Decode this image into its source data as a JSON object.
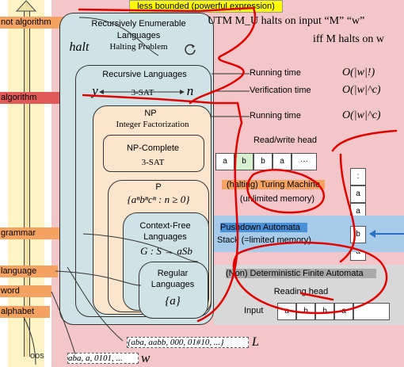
{
  "top_banner": "less bounded (powerful expression)",
  "side_labels": {
    "not_algorithm": "not algorithm",
    "algorithm": "algorithm",
    "grammar": "grammar",
    "language": "language",
    "word": "word",
    "alphabet": "alphabet",
    "bottom_fragment": "oos"
  },
  "boxes": {
    "re_title": "Recursively Enumerable Languages",
    "halting": "Halting Problem",
    "halt": "halt",
    "rec_title": "Recursive Languages",
    "y": "y",
    "n": "n",
    "sat3_a": "3-SAT",
    "np_title": "NP",
    "integer_fact": "Integer Factorization",
    "npc_title": "NP-Complete",
    "sat3_b": "3-SAT",
    "p_title": "P",
    "p_example": "{aⁿbⁿcⁿ : n ≥ 0}",
    "cf_title": "Context-Free Languages",
    "cf_example": "G : S → aSb",
    "reg_title": "Regular Languages",
    "reg_example": "{a}"
  },
  "utm": {
    "line1": "UTM M_U halts on input “M” “w”",
    "line2": "iff M halts on w"
  },
  "times": [
    {
      "label": "Running time",
      "value": "O(|w|!)"
    },
    {
      "label": "Verification time",
      "value": "O(|w|^c)"
    },
    {
      "label": "Running time",
      "value": "O(|w|^c)"
    }
  ],
  "machines": {
    "rw_head": "Read/write head",
    "tape_top": [
      "a",
      "b",
      "b",
      "a",
      "···"
    ],
    "tm": "(halting) Turing Machine",
    "tm_sub": "(unlimited memory)",
    "stack_cells": [
      ":",
      "a",
      "a",
      "b",
      "a"
    ],
    "pda": "Pushdown Automata",
    "pda_sub": "Stack (=limited memory)",
    "fa": "(Non) Deterministic Finite Automata",
    "reading_head": "Reading head",
    "input_label": "Input",
    "tape_bottom": [
      "a",
      "b",
      "b",
      "a"
    ]
  },
  "bottom": {
    "L_set": "{aba, aabb, 000, 01#10, ...}",
    "L": "L",
    "w_set": "aba, a, 0101, ...",
    "w": "w"
  },
  "colors": {
    "pink_bg": "#f3c6c9",
    "outer_box": "#cfe3e6",
    "np_box": "#fbe5cc",
    "label_orange": "#f4a261",
    "label_red": "#e05a5a",
    "pda_blue": "#a7cbe8",
    "red_ink": "#e00000"
  }
}
